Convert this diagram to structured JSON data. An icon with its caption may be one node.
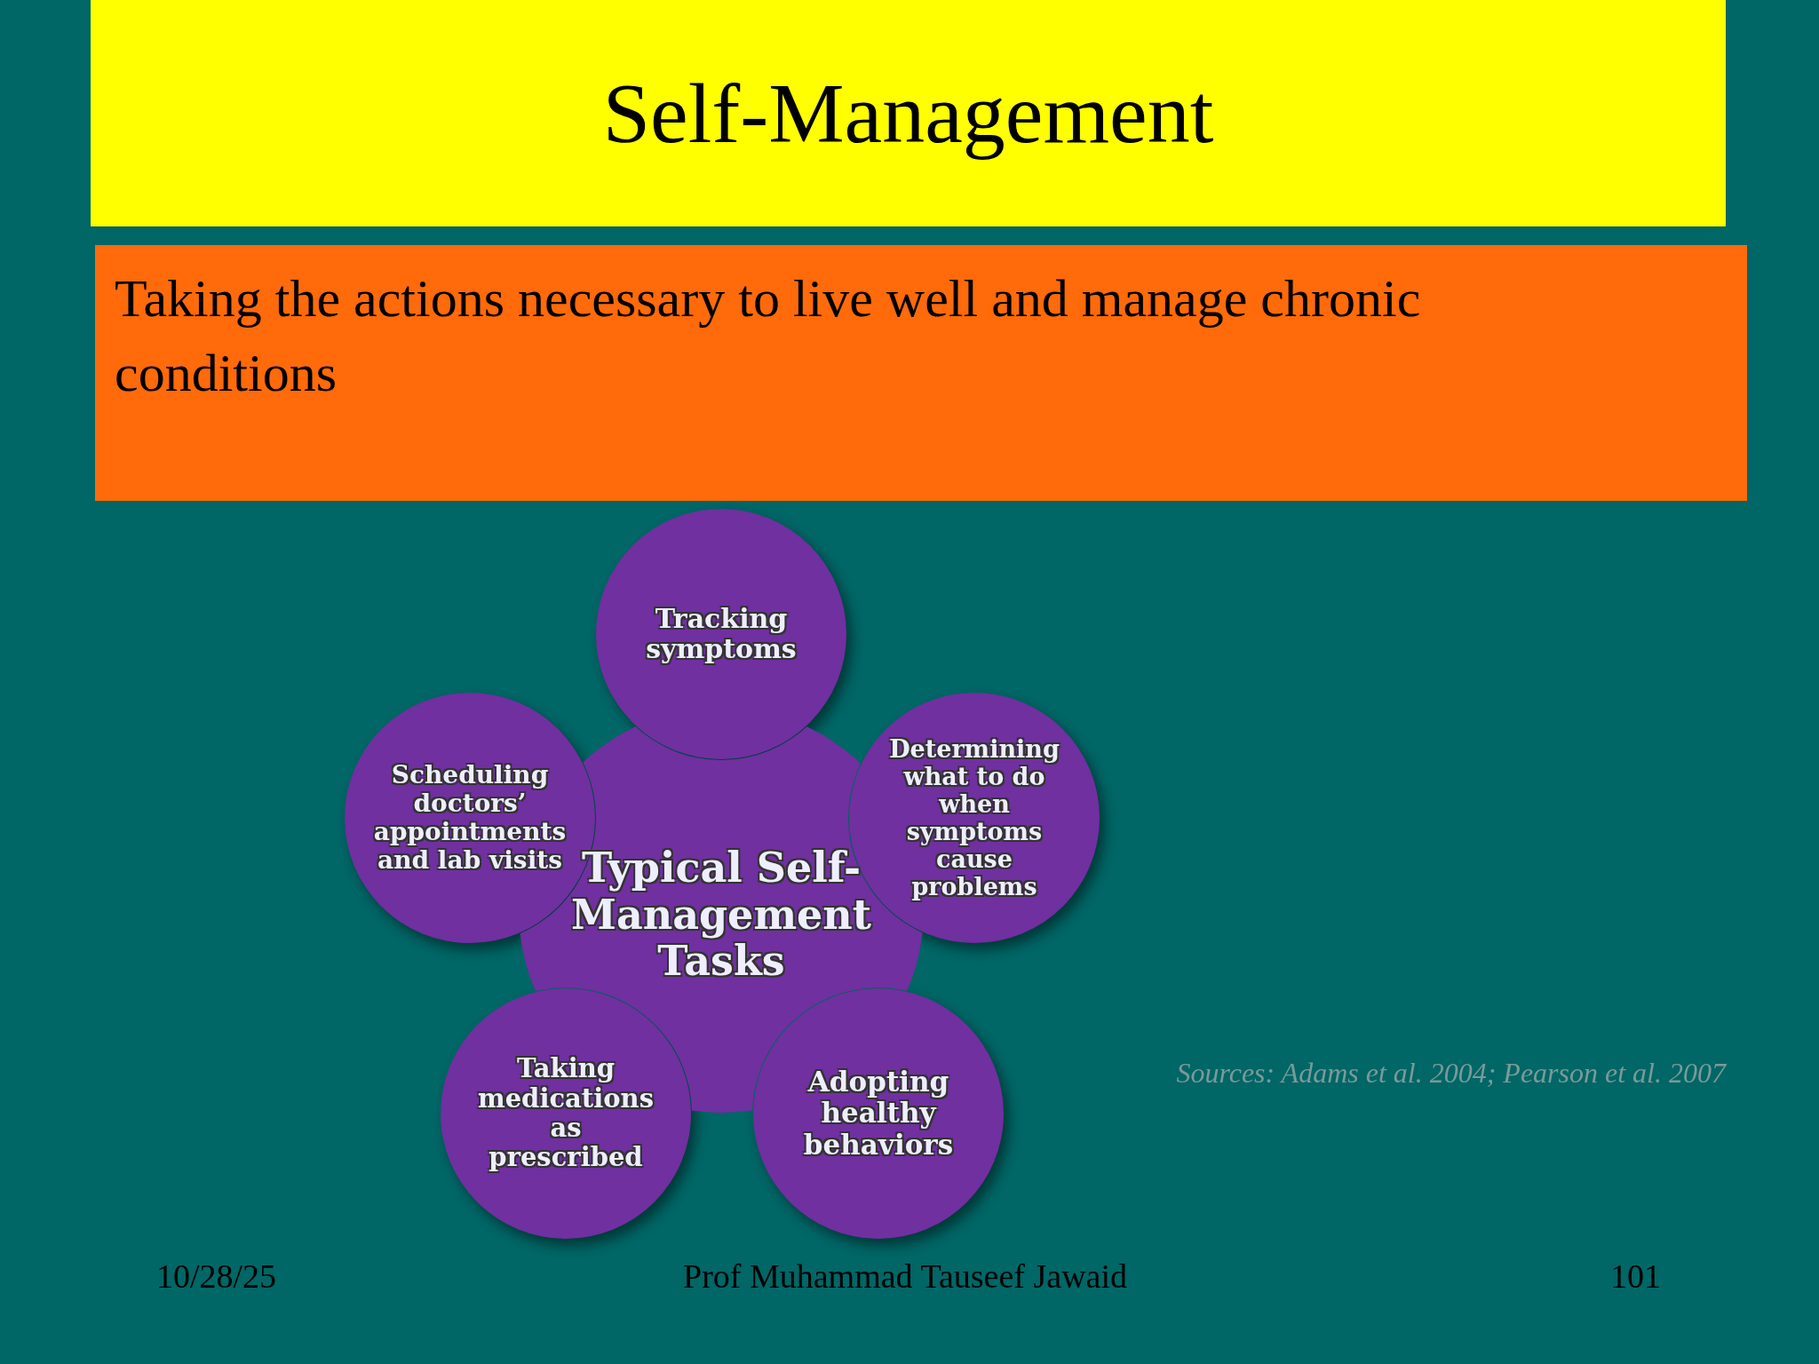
{
  "diagram": {
    "title": "Self-Management",
    "nodes": [
      {
        "text": [
          "Taking the actions necessary to live well and manage chronic conditions"
        ]
      },
      {
        "text": [
          "Typical Self-Management Tasks"
        ]
      },
      {
        "text": [
          "Tracking symptoms"
        ]
      },
      {
        "text": [
          "Scheduling doctors’ appointments and lab visits"
        ]
      },
      {
        "text": [
          "Determining what to do when symptoms cause problems"
        ]
      },
      {
        "text": [
          "Taking medications as prescribed"
        ]
      },
      {
        "text": [
          "Adopting healthy behaviors"
        ]
      }
    ],
    "edges": [],
    "labels": [
      "Sources: Adams et al. 2004; Pearson et al. 2007",
      "10/28/25",
      "Prof Muhammad Tauseef Jawaid",
      "101"
    ]
  }
}
